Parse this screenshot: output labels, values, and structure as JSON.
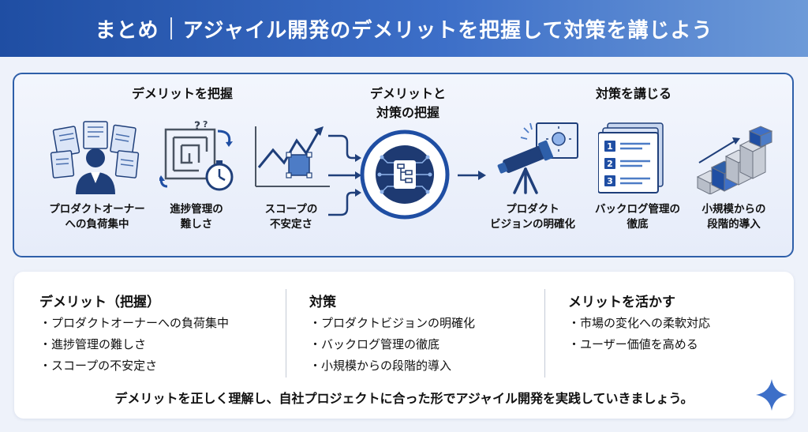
{
  "header": {
    "prefix": "まとめ",
    "title": "アジャイル開発のデメリットを把握して対策を講じよう"
  },
  "diagram": {
    "demerit_group_title": "デメリットを把握",
    "center_title_line1": "デメリットと",
    "center_title_line2": "対策の把握",
    "countermeasure_group_title": "対策を講じる",
    "demerits": [
      {
        "line1": "プロダクトオーナー",
        "line2": "への負荷集中",
        "icon": "overloaded-person-icon"
      },
      {
        "line1": "進捗管理の",
        "line2": "難しさ",
        "icon": "maze-clock-icon"
      },
      {
        "line1": "スコープの",
        "line2": "不安定さ",
        "icon": "unstable-scope-chart-icon"
      }
    ],
    "countermeasures": [
      {
        "line1": "プロダクト",
        "line2": "ビジョンの明確化",
        "icon": "telescope-icon"
      },
      {
        "line1": "バックログ管理の",
        "line2": "徹底",
        "icon": "backlog-list-icon"
      },
      {
        "line1": "小規模からの",
        "line2": "段階的導入",
        "icon": "stair-blocks-icon"
      }
    ],
    "backlog_numbers": [
      "1",
      "2",
      "3"
    ]
  },
  "summary": {
    "columns": [
      {
        "title": "デメリット（把握）",
        "items": [
          "・プロダクトオーナーへの負荷集中",
          "・進捗管理の難しさ",
          "・スコープの不安定さ"
        ]
      },
      {
        "title": "対策",
        "items": [
          "・プロダクトビジョンの明確化",
          "・バックログ管理の徹底",
          "・小規模からの段階的導入"
        ]
      },
      {
        "title": "メリットを活かす",
        "items": [
          "・市場の変化への柔軟対応",
          "・ユーザー価値を高める"
        ]
      }
    ],
    "conclusion": "デメリットを正しく理解し、自社プロジェクトに合った形でアジャイル開発を実践していきましょう。"
  },
  "colors": {
    "primary": "#1f4ea3",
    "accent": "#3d6fc8",
    "panel_border": "#2e5fa9"
  }
}
